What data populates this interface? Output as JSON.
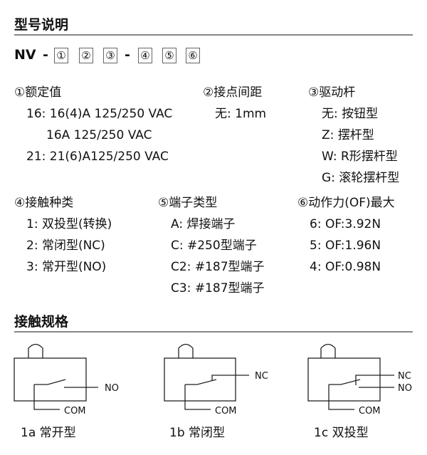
{
  "title": "型号说明",
  "model": {
    "prefix": "NV",
    "sep1": "-",
    "sep2": "-",
    "slots": [
      "①",
      "②",
      "③",
      "④",
      "⑤",
      "⑥"
    ]
  },
  "sections": {
    "rating": {
      "header": "①额定值",
      "items": [
        "16: 16(4)A 125/250 VAC",
        "16A 125/250 VAC",
        "21: 21(6)A125/250 VAC"
      ]
    },
    "gap": {
      "header": "②接点间距",
      "items": [
        "无: 1mm"
      ]
    },
    "actuator": {
      "header": "③驱动杆",
      "items": [
        "无: 按钮型",
        "Z: 摆杆型",
        "W: R形摆杆型",
        "G: 滚轮摆杆型"
      ]
    },
    "contact": {
      "header": "④接触种类",
      "items": [
        "1: 双投型(转换)",
        "2: 常闭型(NC)",
        "3: 常开型(NO)"
      ]
    },
    "terminal": {
      "header": "⑤端子类型",
      "items": [
        "A: 焊接端子",
        "C: #250型端子",
        "C2: #187型端子",
        "C3: #187型端子"
      ]
    },
    "force": {
      "header": "⑥动作力(OF)最大",
      "items": [
        "6: OF:3.92N",
        "5: OF:1.96N",
        "4: OF:0.98N"
      ]
    }
  },
  "spec_title": "接触规格",
  "diagrams": [
    {
      "caption": "1a 常开型",
      "com": "COM",
      "no": "NO"
    },
    {
      "caption": "1b 常闭型",
      "com": "COM",
      "nc": "NC"
    },
    {
      "caption": "1c 双投型",
      "com": "COM",
      "nc": "NC",
      "no": "NO"
    }
  ]
}
